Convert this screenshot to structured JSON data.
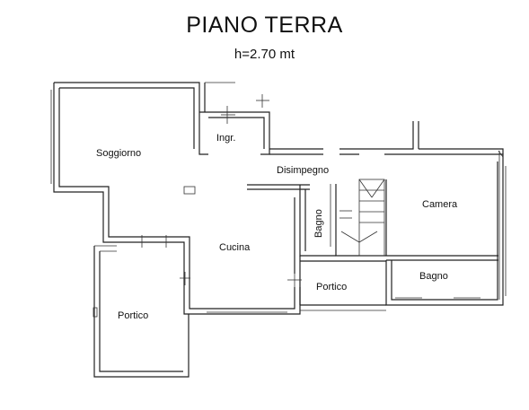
{
  "header": {
    "title": "PIANO TERRA",
    "height_note": "h=2.70 mt"
  },
  "rooms": {
    "soggiorno": "Soggiorno",
    "ingresso": "Ingr.",
    "disimpegno": "Disimpegno",
    "cucina": "Cucina",
    "bagno_small": "Bagno",
    "camera": "Camera",
    "bagno": "Bagno",
    "portico_center": "Portico",
    "portico_left": "Portico"
  },
  "colors": {
    "wall": "#222222",
    "background": "#ffffff"
  }
}
